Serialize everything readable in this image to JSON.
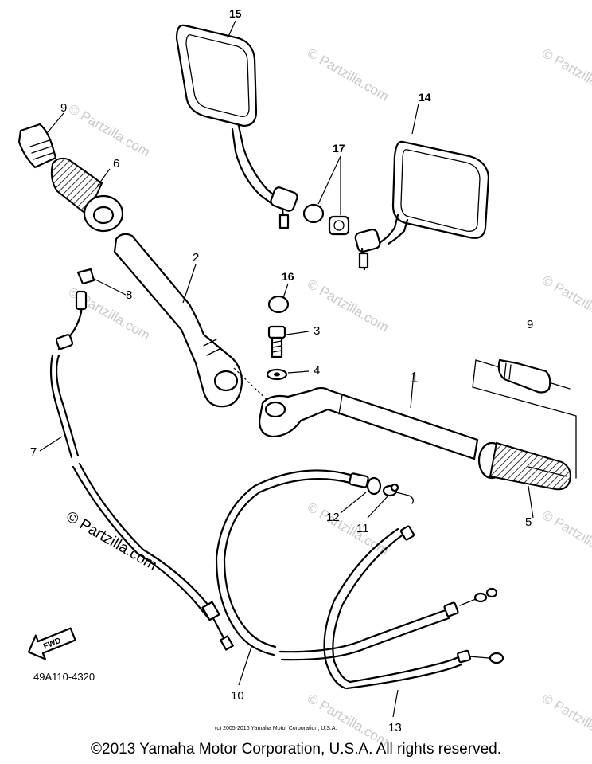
{
  "diagram": {
    "callouts": [
      {
        "id": "15",
        "text": "15"
      },
      {
        "id": "14",
        "text": "14"
      },
      {
        "id": "17",
        "text": "17"
      },
      {
        "id": "16",
        "text": "16"
      },
      {
        "id": "9a",
        "text": "9"
      },
      {
        "id": "9b",
        "text": "9"
      },
      {
        "id": "6",
        "text": "6"
      },
      {
        "id": "2",
        "text": "2"
      },
      {
        "id": "8",
        "text": "8"
      },
      {
        "id": "3",
        "text": "3"
      },
      {
        "id": "4",
        "text": "4"
      },
      {
        "id": "1",
        "text": "1"
      },
      {
        "id": "7",
        "text": "7"
      },
      {
        "id": "12",
        "text": "12"
      },
      {
        "id": "11",
        "text": "11"
      },
      {
        "id": "5",
        "text": "5"
      },
      {
        "id": "10",
        "text": "10"
      },
      {
        "id": "13",
        "text": "13"
      }
    ],
    "watermark_text": "© Partzilla.com",
    "watermark_main": "© Partzilla.com",
    "fwd_label": "FWD",
    "diagram_code": "49A110-4320",
    "small_copyright": "(c) 2005-2016 Yamaha Motor Corporation, U.S.A."
  },
  "footer": {
    "copyright": "©2013 Yamaha Motor Corporation, U.S.A. All rights reserved."
  }
}
